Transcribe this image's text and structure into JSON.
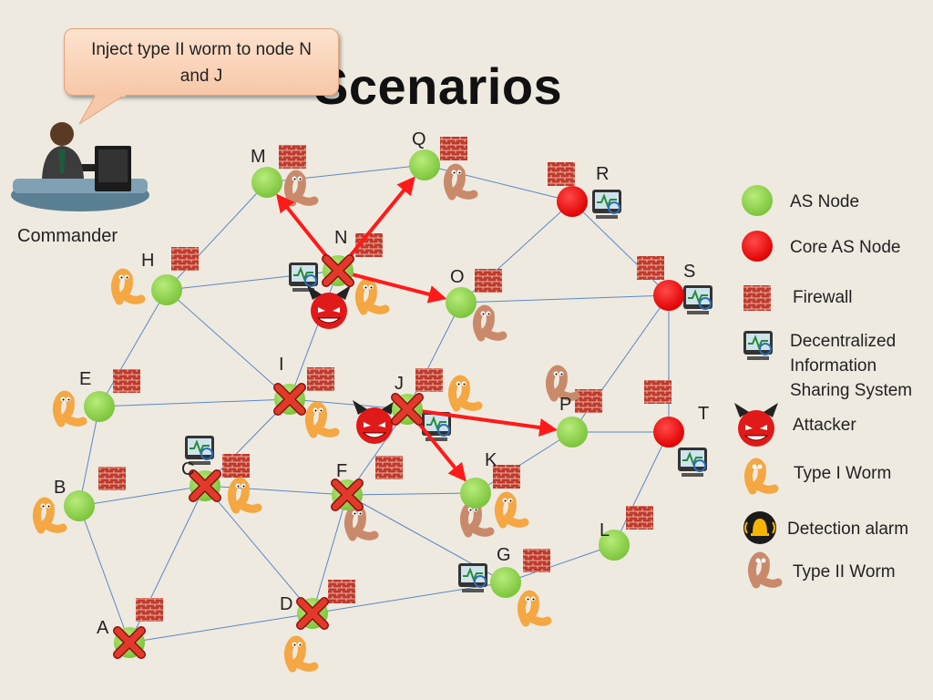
{
  "title": "Scenarios",
  "callout": "Inject type II worm to node N and J",
  "commander_label": "Commander",
  "legend": {
    "as_node": "AS Node",
    "core_as_node": "Core AS Node",
    "firewall": "Firewall",
    "info_sharing": "Decentralized Information Sharing System",
    "attacker": "Attacker",
    "type1_worm": "Type I Worm",
    "detection_alarm": "Detection alarm",
    "type2_worm": "Type II Worm"
  },
  "colors": {
    "as_node": "#8fd14f",
    "core_as_node": "#ff0000",
    "edge": "#5b87c5",
    "attack_arrow": "#ff1a1a",
    "firewall_brick": "#c0392b",
    "worm_type1": "#f4a742",
    "worm_type2": "#c98a6b"
  },
  "nodes": [
    {
      "id": "M",
      "type": "as",
      "infected": false
    },
    {
      "id": "Q",
      "type": "as",
      "infected": false
    },
    {
      "id": "R",
      "type": "core",
      "infected": false
    },
    {
      "id": "N",
      "type": "as",
      "infected": true
    },
    {
      "id": "H",
      "type": "as",
      "infected": false
    },
    {
      "id": "O",
      "type": "as",
      "infected": false
    },
    {
      "id": "S",
      "type": "core",
      "infected": false
    },
    {
      "id": "I",
      "type": "as",
      "infected": true
    },
    {
      "id": "E",
      "type": "as",
      "infected": false
    },
    {
      "id": "J",
      "type": "as",
      "infected": true
    },
    {
      "id": "P",
      "type": "as",
      "infected": false
    },
    {
      "id": "T",
      "type": "core",
      "infected": false
    },
    {
      "id": "C",
      "type": "as",
      "infected": true
    },
    {
      "id": "F",
      "type": "as",
      "infected": true
    },
    {
      "id": "K",
      "type": "as",
      "infected": false
    },
    {
      "id": "B",
      "type": "as",
      "infected": false
    },
    {
      "id": "L",
      "type": "as",
      "infected": false
    },
    {
      "id": "G",
      "type": "as",
      "infected": false
    },
    {
      "id": "D",
      "type": "as",
      "infected": true
    },
    {
      "id": "A",
      "type": "as",
      "infected": true
    }
  ],
  "edges": [
    [
      "M",
      "Q"
    ],
    [
      "Q",
      "R"
    ],
    [
      "M",
      "H"
    ],
    [
      "H",
      "N"
    ],
    [
      "H",
      "E"
    ],
    [
      "H",
      "I"
    ],
    [
      "N",
      "I"
    ],
    [
      "N",
      "O"
    ],
    [
      "O",
      "S"
    ],
    [
      "O",
      "J"
    ],
    [
      "R",
      "S"
    ],
    [
      "R",
      "O"
    ],
    [
      "S",
      "P"
    ],
    [
      "S",
      "T"
    ],
    [
      "E",
      "I"
    ],
    [
      "E",
      "B"
    ],
    [
      "I",
      "C"
    ],
    [
      "I",
      "J"
    ],
    [
      "J",
      "F"
    ],
    [
      "P",
      "T"
    ],
    [
      "P",
      "K"
    ],
    [
      "T",
      "L"
    ],
    [
      "C",
      "B"
    ],
    [
      "C",
      "F"
    ],
    [
      "C",
      "D"
    ],
    [
      "C",
      "A"
    ],
    [
      "B",
      "A"
    ],
    [
      "F",
      "K"
    ],
    [
      "F",
      "G"
    ],
    [
      "F",
      "D"
    ],
    [
      "L",
      "G"
    ],
    [
      "D",
      "G"
    ],
    [
      "A",
      "D"
    ]
  ],
  "attack_arrows": [
    [
      "N",
      "M"
    ],
    [
      "N",
      "Q"
    ],
    [
      "N",
      "O"
    ],
    [
      "J",
      "P"
    ],
    [
      "J",
      "K"
    ]
  ],
  "firewall_at": [
    "M",
    "Q",
    "R",
    "N",
    "H",
    "O",
    "S",
    "I",
    "E",
    "J",
    "P",
    "T",
    "C",
    "F",
    "K",
    "B",
    "L",
    "G",
    "D",
    "A"
  ],
  "type1_worm_at": [
    "H",
    "N",
    "I",
    "E",
    "J",
    "C",
    "K",
    "B",
    "G",
    "D"
  ],
  "type2_worm_at": [
    "M",
    "Q",
    "O",
    "P",
    "F",
    "K"
  ],
  "info_system_at": [
    "R",
    "N",
    "S",
    "J",
    "T",
    "C",
    "G"
  ],
  "attacker_at": [
    "N",
    "J"
  ]
}
